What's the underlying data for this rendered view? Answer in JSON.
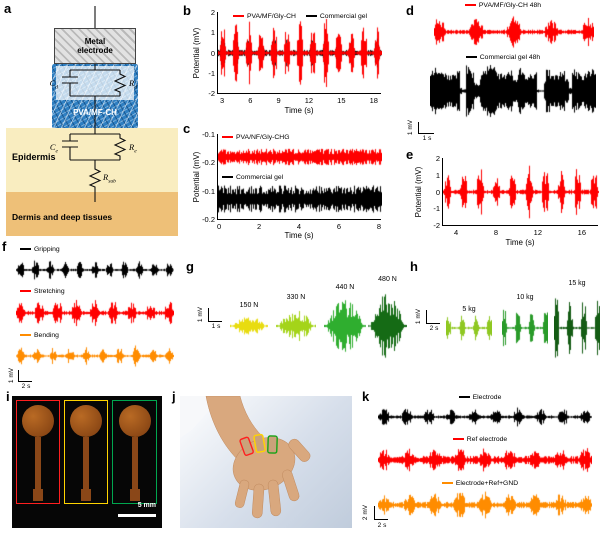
{
  "labels": {
    "a": "a",
    "b": "b",
    "c": "c",
    "d": "d",
    "e": "e",
    "f": "f",
    "g": "g",
    "h": "h",
    "i": "i",
    "j": "j",
    "k": "k"
  },
  "colors": {
    "red": "#ff0000",
    "black": "#000000",
    "orange": "#ff8c00",
    "gel_blue": "#2e7fc2",
    "epidermis": "#f9edc0",
    "dermis": "#eec078",
    "copper": "#9c4f1c"
  },
  "a": {
    "metal_electrode": "Metal electrode",
    "gel": "PVA/MF-CH",
    "epidermis": "Epidermis",
    "dermis": "Dermis and deep tissues",
    "cd": {
      "b": "C",
      "s": "d"
    },
    "rd": {
      "b": "R",
      "s": "d"
    },
    "ce": {
      "b": "C",
      "s": "e"
    },
    "re": {
      "b": "R",
      "s": "e"
    },
    "rsub": {
      "b": "R",
      "s": "sub"
    }
  },
  "b": {
    "ylabel": "Potential (mV)",
    "xlabel": "Time (s)",
    "yticks": [
      "2",
      "1",
      "0",
      "-1",
      "-2"
    ],
    "xticks": [
      "3",
      "6",
      "9",
      "12",
      "15",
      "18"
    ],
    "legend": [
      "PVA/MF/Gly-CH",
      "Commercial gel"
    ],
    "traces": [
      {
        "name": "Commercial gel",
        "color": "#000000",
        "kind": "emg",
        "bursts": 13,
        "amp": 0.5,
        "base": 0.08,
        "width": 0.45,
        "seed": 3
      },
      {
        "name": "PVA/MF/Gly-CH",
        "color": "#ff0000",
        "kind": "emg",
        "bursts": 13,
        "amp": 0.9,
        "base": 0.06,
        "width": 0.55,
        "seed": 4,
        "vary": 0.25
      }
    ]
  },
  "c": {
    "ylabel": "Potential (mV)",
    "xlabel": "Time (s)",
    "yticks": [
      "-0.1",
      "-0.2",
      "-0.1",
      "-0.2"
    ],
    "xticks": [
      "0",
      "2",
      "4",
      "6",
      "8"
    ],
    "legend_top": "PVA/NF/Gly-CHG",
    "legend_bottom": "Commercial gel",
    "traces": [
      {
        "name": "PVA/NF/Gly-CHG",
        "color": "#ff0000",
        "kind": "noise",
        "amp": 0.55,
        "seed": 5
      },
      {
        "name": "Commercial gel",
        "color": "#000000",
        "kind": "noise",
        "amp": 0.8,
        "seed": 6
      }
    ]
  },
  "d": {
    "legend_top": "PVA/MF/Gly-CH 48h",
    "legend_bottom": "Commercial gel 48h",
    "scale_v": "1 mV",
    "scale_h": "1 s",
    "traces": [
      {
        "name": "PVA/MF/Gly-CH 48h",
        "color": "#ff0000",
        "kind": "emg",
        "bursts": 5,
        "amp": 0.82,
        "base": 0.12,
        "width": 0.5,
        "seed": 7
      },
      {
        "name": "Commercial gel 48h",
        "color": "#000000",
        "kind": "block",
        "amp": 0.97,
        "dips": 8,
        "seed": 8
      }
    ]
  },
  "e": {
    "ylabel": "Potential (mV)",
    "xlabel": "Time (s)",
    "yticks": [
      "2",
      "1",
      "0",
      "-1",
      "-2"
    ],
    "xticks": [
      "4",
      "8",
      "12",
      "16"
    ],
    "traces": [
      {
        "name": "PVA/MF/Gly-CH",
        "color": "#ff0000",
        "kind": "emg",
        "bursts": 10,
        "amp": 0.82,
        "base": 0.07,
        "width": 0.5,
        "seed": 9
      }
    ]
  },
  "f": {
    "scale_v": "1 mV",
    "scale_h": "2 s",
    "rows": [
      {
        "label": "Gripping",
        "trace": {
          "color": "#000000",
          "kind": "emg",
          "bursts": 11,
          "amp": 0.8,
          "base": 0.08,
          "width": 0.55,
          "seed": 10
        }
      },
      {
        "label": "Stretching",
        "trace": {
          "color": "#ff0000",
          "kind": "emg",
          "bursts": 9,
          "amp": 0.95,
          "base": 0.14,
          "width": 0.62,
          "seed": 11
        }
      },
      {
        "label": "Bending",
        "trace": {
          "color": "#ff8c00",
          "kind": "emg",
          "bursts": 10,
          "amp": 0.8,
          "base": 0.1,
          "width": 0.55,
          "seed": 12
        }
      }
    ]
  },
  "g": {
    "scale_v": "1 mV",
    "scale_h": "1 s",
    "groups": [
      {
        "label": "150 N",
        "trace": {
          "color": "#e8dc10",
          "kind": "emg",
          "bursts": 1,
          "amp": 0.32,
          "base": 0.03,
          "width": 0.85,
          "span": 1,
          "seed": 13
        }
      },
      {
        "label": "330 N",
        "trace": {
          "color": "#a4d419",
          "kind": "emg",
          "bursts": 1,
          "amp": 0.5,
          "base": 0.03,
          "width": 0.85,
          "span": 1,
          "seed": 14
        }
      },
      {
        "label": "440 N",
        "trace": {
          "color": "#2fae2f",
          "kind": "emg",
          "bursts": 1,
          "amp": 0.75,
          "base": 0.03,
          "width": 0.85,
          "span": 1,
          "seed": 15
        }
      },
      {
        "label": "480 N",
        "trace": {
          "color": "#156b15",
          "kind": "emg",
          "bursts": 1,
          "amp": 0.97,
          "base": 0.03,
          "width": 0.85,
          "span": 1,
          "seed": 16
        }
      }
    ]
  },
  "h": {
    "scale_v": "1 mV",
    "scale_h": "2 s",
    "groups": [
      {
        "label": "5 kg",
        "trace": {
          "color": "#8fc822",
          "kind": "emg",
          "bursts": 4,
          "amp": 0.45,
          "base": 0.03,
          "width": 0.55,
          "span": 0.9,
          "seed": 17
        }
      },
      {
        "label": "10 kg",
        "trace": {
          "color": "#2a9b2a",
          "kind": "emg",
          "bursts": 4,
          "amp": 0.7,
          "base": 0.03,
          "width": 0.55,
          "span": 0.9,
          "seed": 18
        }
      },
      {
        "label": "15 kg",
        "trace": {
          "color": "#145c14",
          "kind": "emg",
          "bursts": 4,
          "amp": 0.97,
          "base": 0.03,
          "width": 0.55,
          "span": 0.9,
          "seed": 19
        }
      }
    ]
  },
  "i": {
    "scale_bar": "5 mm",
    "outline_colors": [
      "#ff1f1f",
      "#ffd400",
      "#00a64f"
    ]
  },
  "j": {
    "marker_colors": [
      "#ff1f1f",
      "#ffd400",
      "#17a317"
    ]
  },
  "k": {
    "scale_v": "2 mV",
    "scale_h": "2 s",
    "rows": [
      {
        "label": "Electrode",
        "trace": {
          "color": "#000000",
          "kind": "emg",
          "bursts": 10,
          "amp": 0.75,
          "base": 0.12,
          "width": 0.55,
          "seed": 20
        }
      },
      {
        "label": "Ref electrode",
        "trace": {
          "color": "#ff0000",
          "kind": "emg",
          "bursts": 9,
          "amp": 0.92,
          "base": 0.28,
          "width": 0.6,
          "seed": 21
        }
      },
      {
        "label": "Electrode+Ref+GND",
        "trace": {
          "color": "#ff8c00",
          "kind": "emg",
          "bursts": 9,
          "amp": 0.9,
          "base": 0.2,
          "width": 0.58,
          "seed": 22
        }
      }
    ]
  }
}
